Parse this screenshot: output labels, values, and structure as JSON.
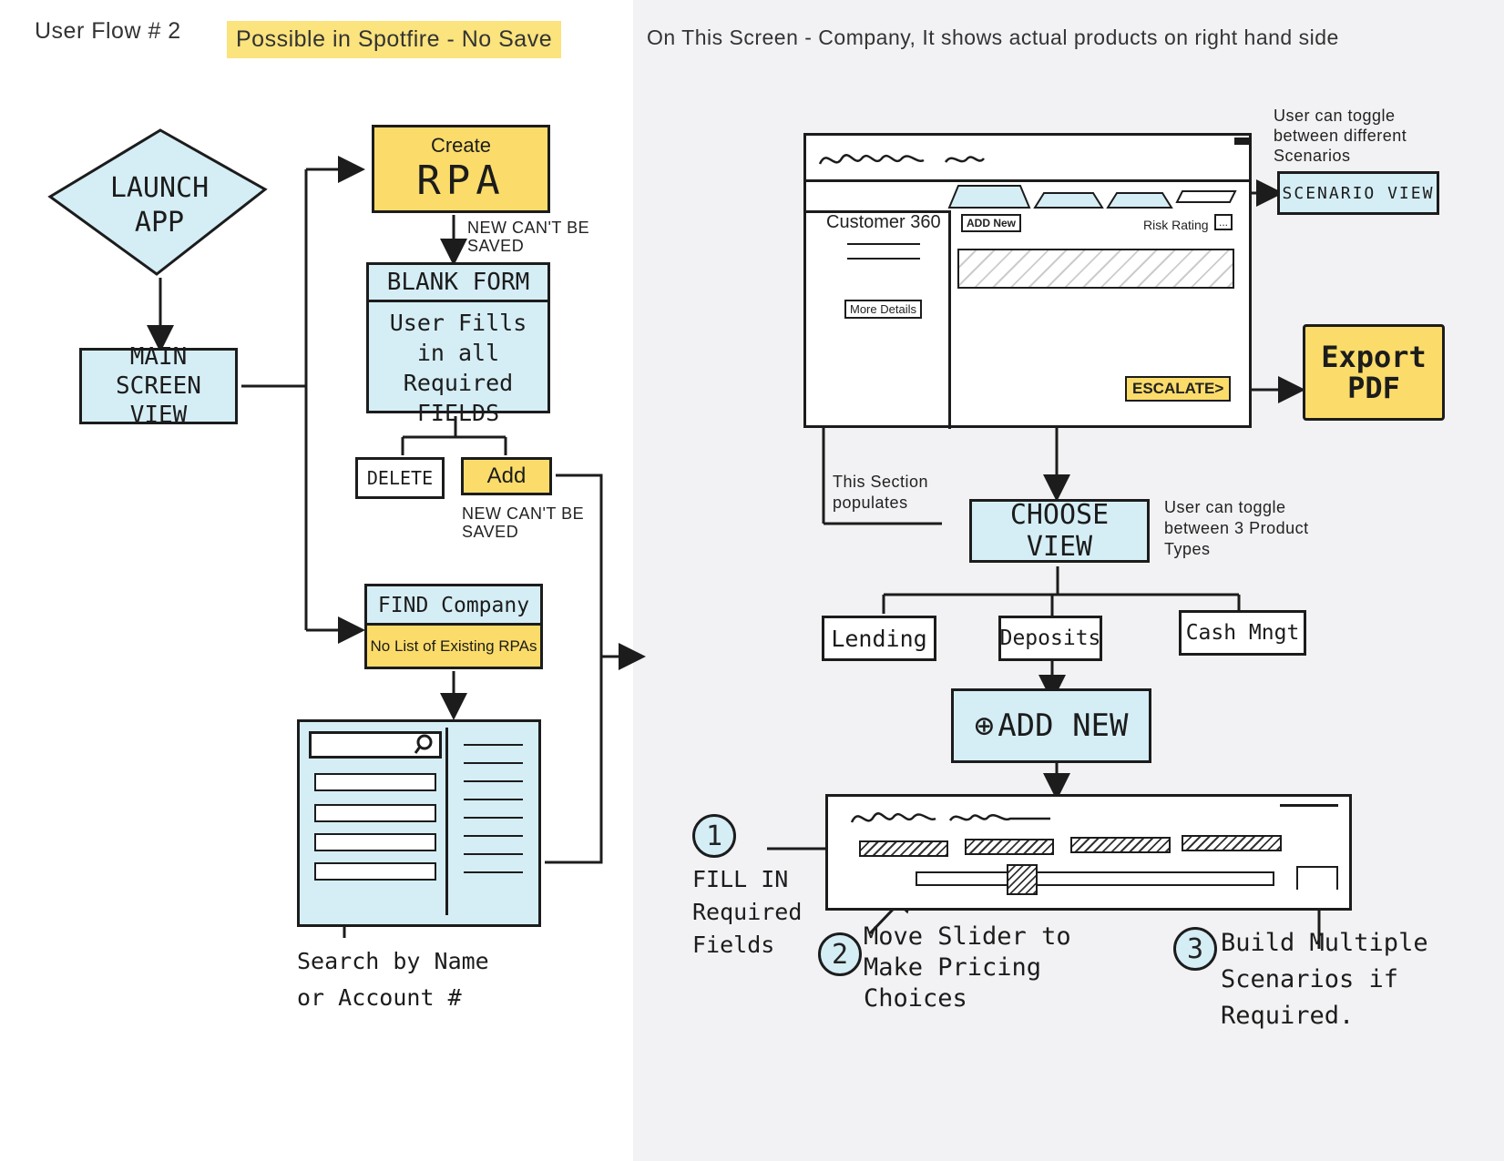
{
  "header": {
    "flow": "User Flow # 2",
    "badge": "Possible in Spotfire - No Save",
    "description": "On This Screen - Company, It shows actual products on right hand side"
  },
  "left_flow": {
    "launch": "LAUNCH APP",
    "main_screen": "MAIN SCREEN VIEW",
    "create_top": "Create",
    "create_main": "RPA",
    "note_new_cant_1": "NEW CAN'T BE SAVED",
    "blank_form_title": "BLANK FORM",
    "blank_form_body": "User Fills in all Required FIELDS",
    "delete": "DELETE",
    "add": "Add",
    "note_new_cant_2": "NEW CAN'T BE SAVED",
    "find_company": "FIND Company",
    "no_list": "No List of Existing RPAs",
    "search_note": "Search by Name or Account #"
  },
  "right_flow": {
    "toggle_scenarios_note": "User can toggle between different Scenarios",
    "scenario_view": "SCENARIO VIEW",
    "customer_360": "Customer 360",
    "more_details": "More Details",
    "add_new_small": "ADD New",
    "risk_rating": "Risk Rating",
    "risk_dots": "...",
    "escalate": "ESCALATE>",
    "export_pdf": "Export PDF",
    "section_populates": "This Section populates",
    "choose_view": "CHOOSE VIEW",
    "toggle_products_note": "User can toggle between 3 Product Types",
    "lending": "Lending",
    "deposits": "Deposits",
    "cash_mngt": "Cash Mngt",
    "add_new_big": "ADD NEW",
    "plus_icon": "⊕",
    "step1_num": "1",
    "step1_text": "FILL IN Required Fields",
    "step2_num": "2",
    "step2_text": "Move Slider to Make Pricing Choices",
    "step3_num": "3",
    "step3_text": "Build Multiple Scenarios if Required."
  },
  "colors": {
    "blue": "#d5eef5",
    "yellow": "#fbdc6a",
    "highlight": "#fbe37d",
    "panel": "#f2f2f4"
  }
}
